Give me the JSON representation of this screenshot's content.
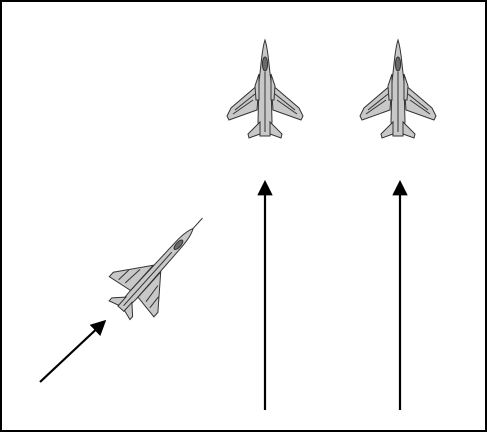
{
  "diagram": {
    "frame_color": "#000000",
    "arrow_color": "#000000",
    "aircraft_fill": "#c8c8c8",
    "aircraft_stroke": "#333333",
    "objects": [
      {
        "kind": "fighter-jet",
        "icon": "twin-engine-fighter-icon",
        "heading": "north"
      },
      {
        "kind": "fighter-jet",
        "icon": "twin-engine-fighter-icon",
        "heading": "north"
      },
      {
        "kind": "fighter-jet",
        "icon": "delta-wing-fighter-icon",
        "heading": "north-east"
      }
    ],
    "arrows": [
      {
        "direction": "north",
        "target": "fighter-jet-1"
      },
      {
        "direction": "north",
        "target": "fighter-jet-2"
      },
      {
        "direction": "north-east",
        "target": "fighter-jet-3"
      }
    ]
  }
}
